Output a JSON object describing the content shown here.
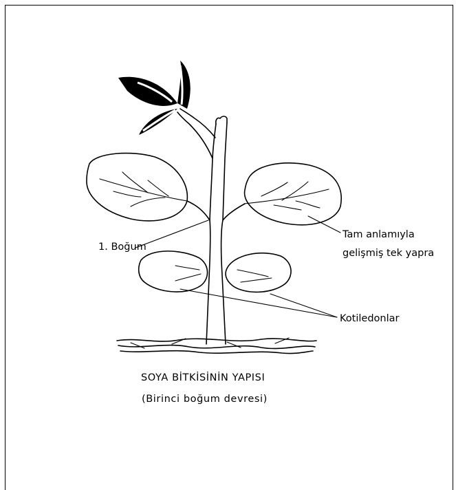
{
  "labels": {
    "node": "1. Boğum",
    "trifoliate": [
      "Tam anlamıyla",
      "gelişmiş tek yapra"
    ],
    "cotyledons": "Kotiledonlar"
  },
  "caption": {
    "title": "SOYA BİTKİSİNİN YAPISI",
    "subtitle": "(Birinci boğum devresi)"
  }
}
